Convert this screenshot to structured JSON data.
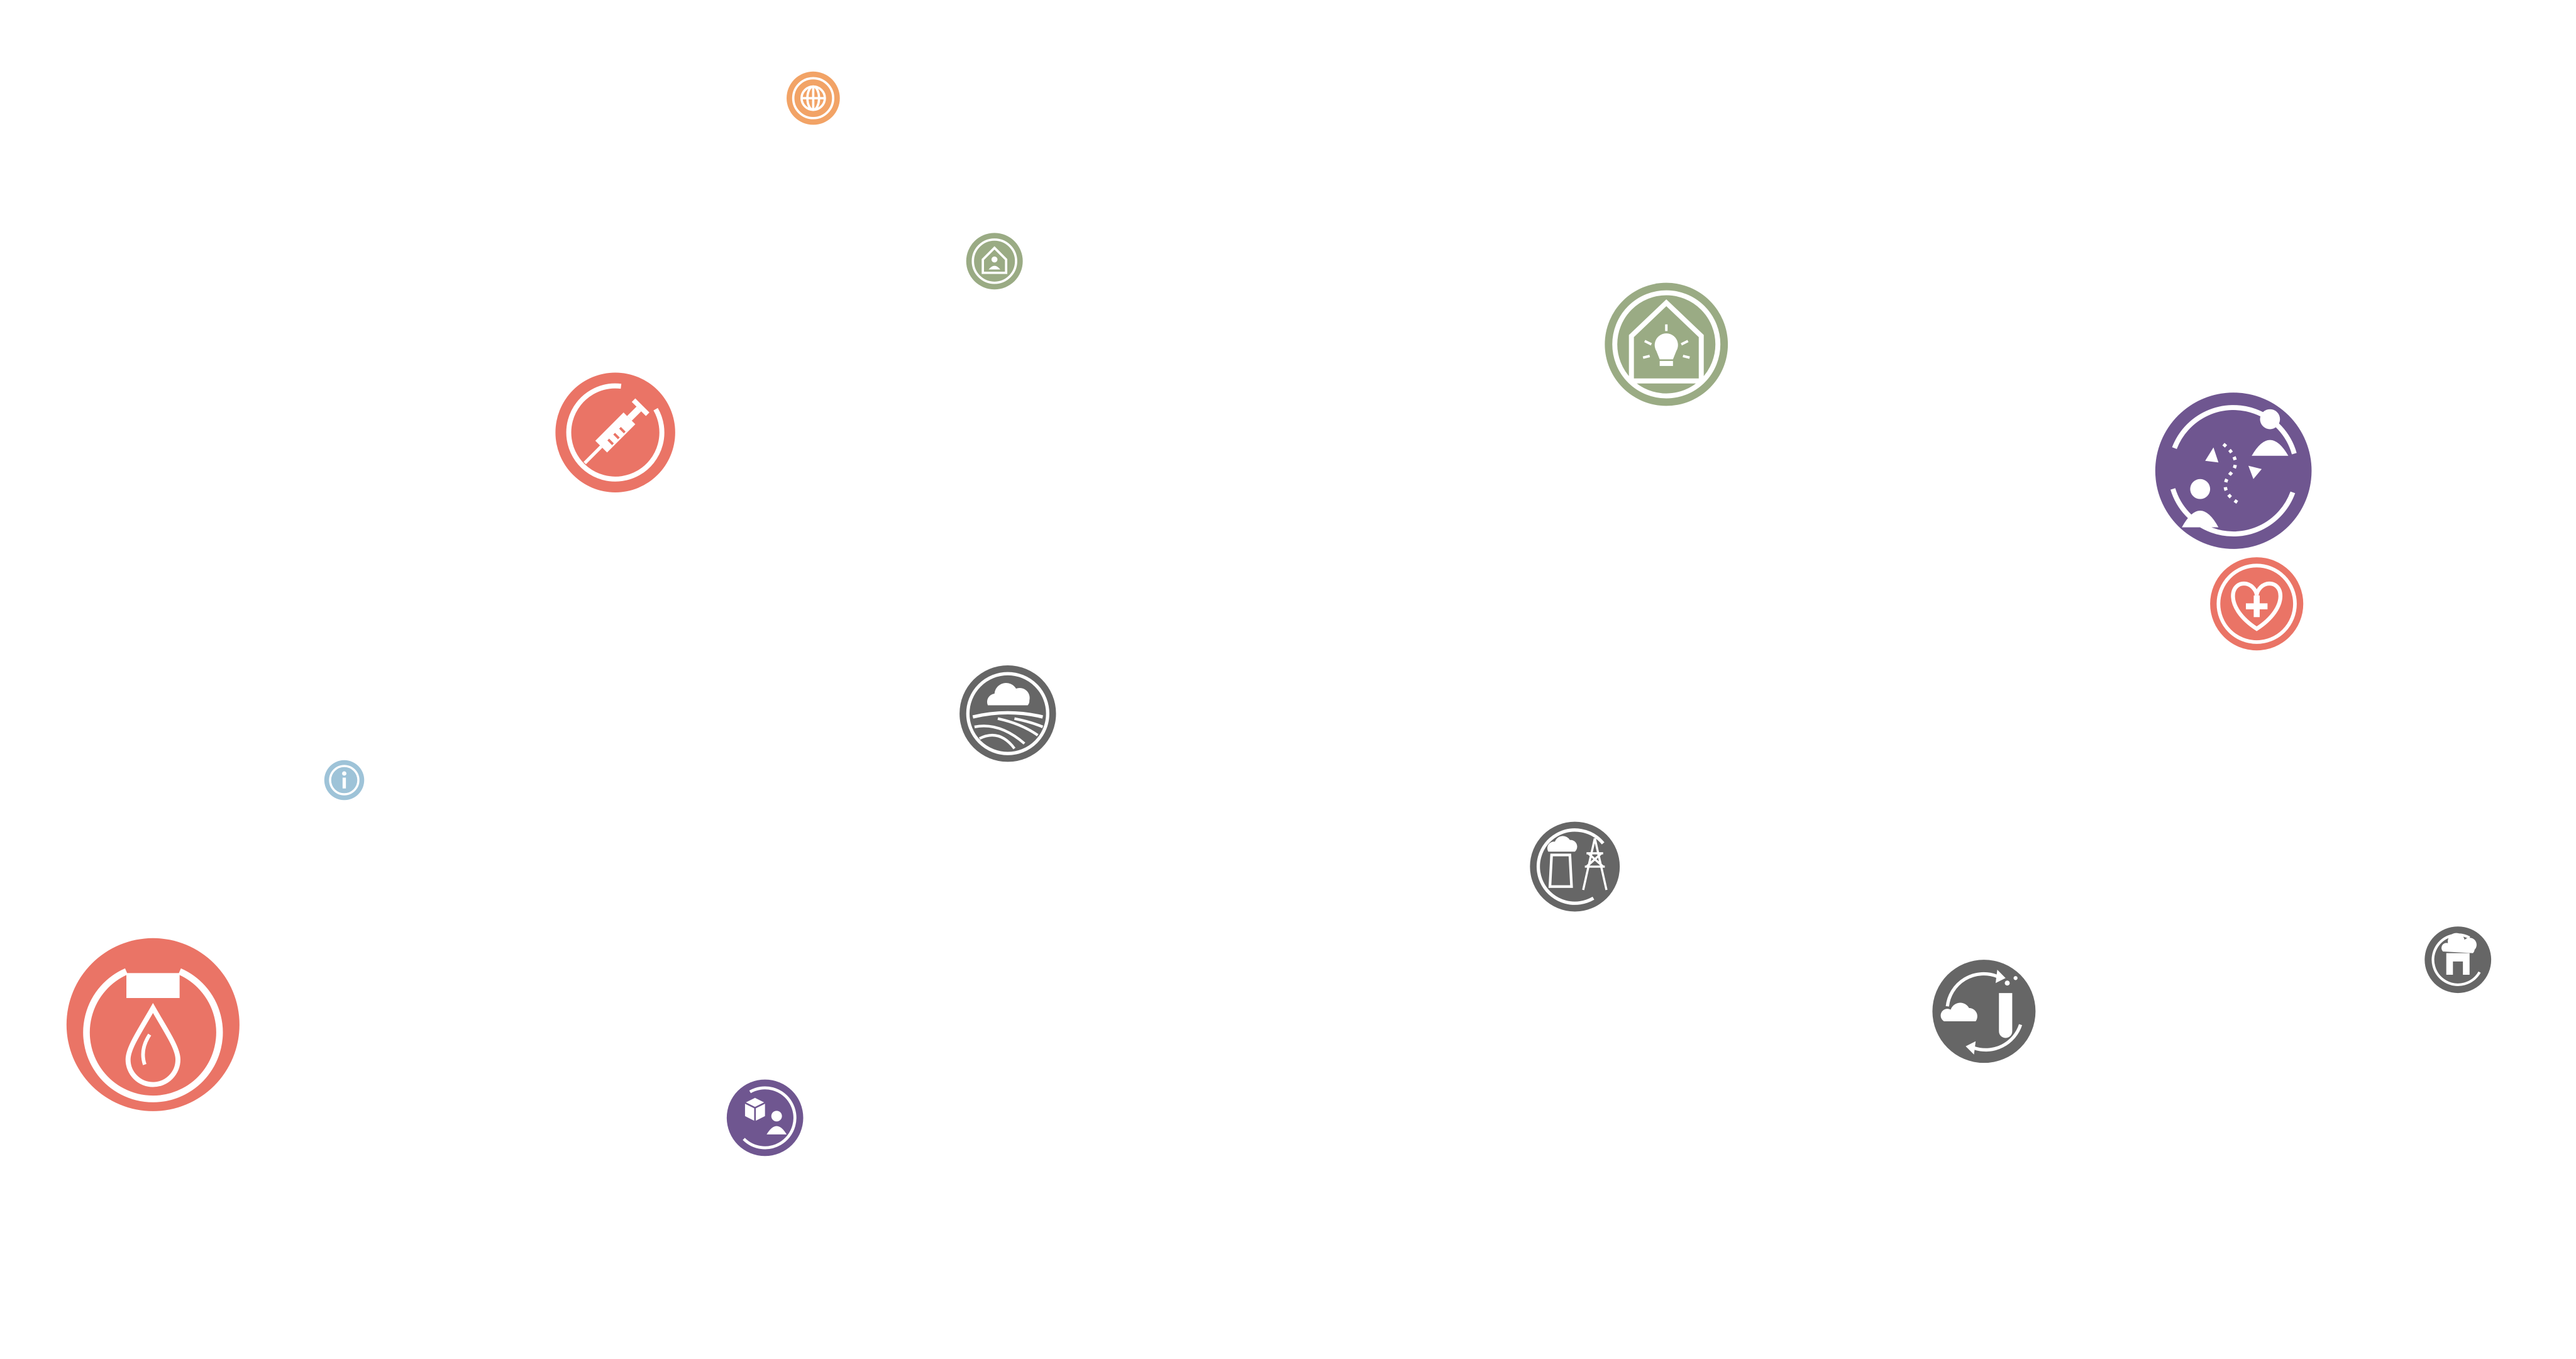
{
  "colors": {
    "orange": "#f2a366",
    "green": "#9aab84",
    "red": "#ea7466",
    "purple": "#6f5690",
    "gray": "#666666",
    "blue": "#9ec3d8",
    "white": "#ffffff"
  },
  "bubbles": [
    {
      "id": "globe-topic-bubble",
      "icon": "globe-icon",
      "color": "orange"
    },
    {
      "id": "home-person-topic-bubble",
      "icon": "home-person-icon",
      "color": "green"
    },
    {
      "id": "syringe-topic-bubble",
      "icon": "syringe-icon",
      "color": "red"
    },
    {
      "id": "house-lightbulb-topic-bubble",
      "icon": "house-lightbulb-icon",
      "color": "green"
    },
    {
      "id": "people-exchange-topic-bubble",
      "icon": "people-exchange-icon",
      "color": "purple"
    },
    {
      "id": "heart-cross-topic-bubble",
      "icon": "heart-cross-icon",
      "color": "red"
    },
    {
      "id": "cloud-field-topic-bubble",
      "icon": "cloud-field-icon",
      "color": "gray"
    },
    {
      "id": "info-topic-bubble",
      "icon": "info-icon",
      "color": "blue"
    },
    {
      "id": "factory-powerline-topic-bubble",
      "icon": "factory-powerline-icon",
      "color": "gray"
    },
    {
      "id": "cloud-cycle-test-tube-topic-bubble",
      "icon": "cloud-cycle-test-tube-icon",
      "color": "gray"
    },
    {
      "id": "cloud-pipe-topic-bubble",
      "icon": "cloud-pipe-icon",
      "color": "gray"
    },
    {
      "id": "blood-drop-topic-bubble",
      "icon": "blood-drop-icon",
      "color": "red"
    },
    {
      "id": "box-person-topic-bubble",
      "icon": "box-person-icon",
      "color": "purple"
    }
  ]
}
